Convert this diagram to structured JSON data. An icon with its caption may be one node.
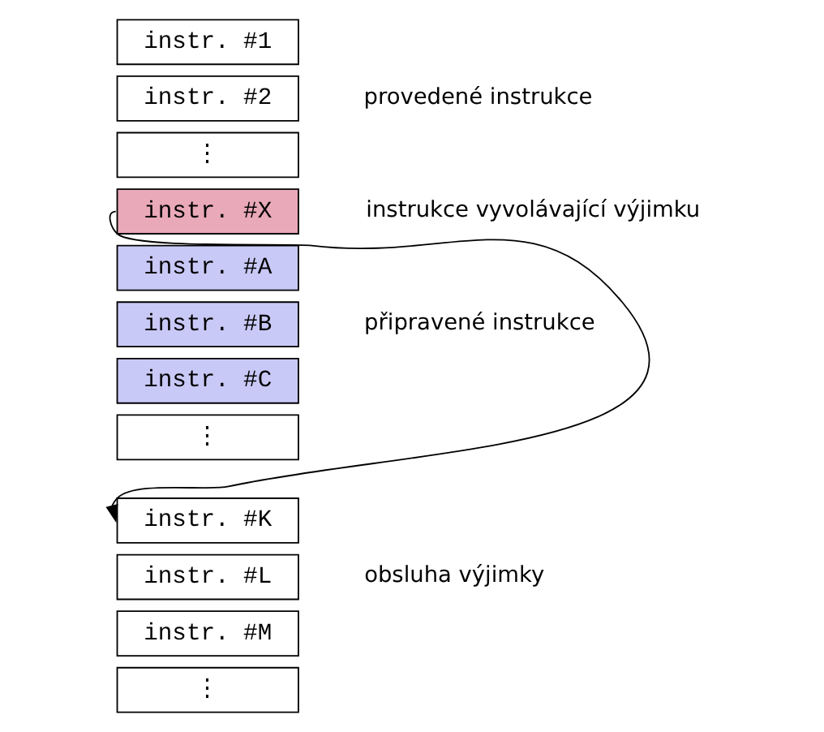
{
  "diagram": {
    "nodes": [
      {
        "text": [
          "instr. #1"
        ]
      },
      {
        "text": [
          "instr. #2"
        ]
      },
      {
        "text": [
          "⋮"
        ]
      },
      {
        "text": [
          "instr. #X"
        ]
      },
      {
        "text": [
          "instr. #A"
        ]
      },
      {
        "text": [
          "instr. #B"
        ]
      },
      {
        "text": [
          "instr. #C"
        ]
      },
      {
        "text": [
          "⋮"
        ]
      },
      {
        "text": [
          "instr. #K"
        ]
      },
      {
        "text": [
          "instr. #L"
        ]
      },
      {
        "text": [
          "instr. #M"
        ]
      },
      {
        "text": [
          "⋮"
        ]
      }
    ],
    "edges": [
      {
        "from": 3,
        "to": 8,
        "arrow": "to"
      }
    ],
    "labels": [
      "provedené instrukce",
      "instrukce vyvolávající výjimku",
      "připravené instrukce",
      "obsluha výjimky"
    ]
  }
}
